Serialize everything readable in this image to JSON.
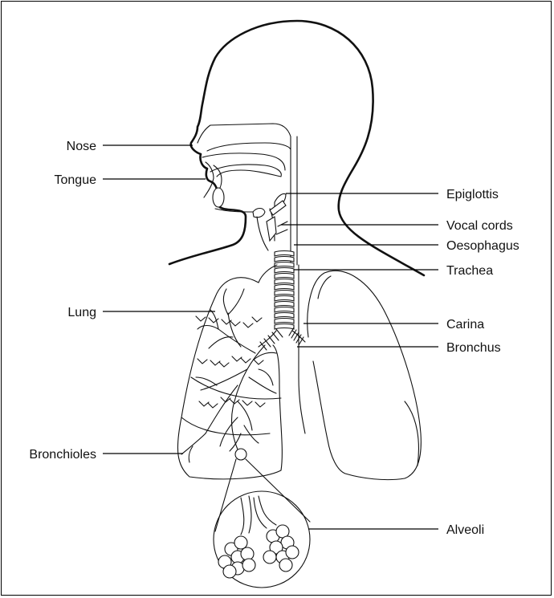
{
  "labels": {
    "nose": "Nose",
    "tongue": "Tongue",
    "epiglottis": "Epiglottis",
    "vocal_cords": "Vocal cords",
    "oesophagus": "Oesophagus",
    "trachea": "Trachea",
    "lung": "Lung",
    "carina": "Carina",
    "bronchus": "Bronchus",
    "bronchioles": "Bronchioles",
    "alveoli": "Alveoli"
  }
}
